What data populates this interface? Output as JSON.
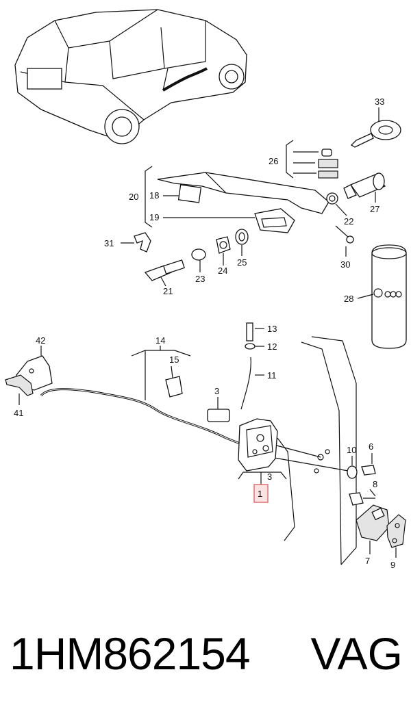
{
  "labels": {
    "l33": "33",
    "l26": "26",
    "l20": "20",
    "l18": "18",
    "l19": "19",
    "l27": "27",
    "l22": "22",
    "l31": "31",
    "l24": "24",
    "l25": "25",
    "l23": "23",
    "l21": "21",
    "l30": "30",
    "l28": "28",
    "l42": "42",
    "l14": "14",
    "l15": "15",
    "l41": "41",
    "l13": "13",
    "l12": "12",
    "l11": "11",
    "l3a": "3",
    "l3b": "3",
    "l1": "1",
    "l10": "10",
    "l6": "6",
    "l8": "8",
    "l7": "7",
    "l9": "9"
  },
  "footer": {
    "part_number": "1HM862154",
    "brand": "VAG"
  },
  "colors": {
    "highlight_border": "#e07070",
    "highlight_fill": "#fbe3e3",
    "line": "#111111"
  }
}
